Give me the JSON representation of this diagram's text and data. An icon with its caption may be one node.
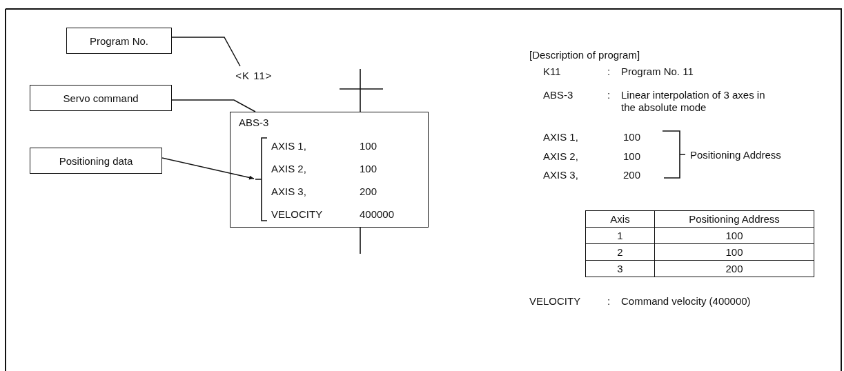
{
  "diagram": {
    "nodes": [
      {
        "text": [
          "Program No."
        ]
      },
      {
        "text": [
          "<K 11>"
        ]
      },
      {
        "text": [
          "Servo command"
        ]
      },
      {
        "text": [
          "ABS-3",
          "AXIS 1,",
          "100",
          "AXIS 2,",
          "100",
          "AXIS 3,",
          "200",
          "VELOCITY",
          "400000"
        ]
      },
      {
        "text": [
          "Positioning data"
        ]
      },
      {
        "text": [],
        "shape": "bracket",
        "in": 3
      }
    ],
    "edges": [
      {
        "from": 0,
        "to": 1,
        "arrow": "none"
      },
      {
        "from": 2,
        "to": 3,
        "arrow": "none"
      },
      {
        "from": 4,
        "to": 5,
        "arrow": "to"
      }
    ],
    "labels": [
      "[Description of program]",
      "K11",
      ":",
      "Program No. 11",
      "ABS-3",
      ":",
      "Linear interpolation of 3 axes in the absolute mode",
      "AXIS 1,",
      "100",
      "AXIS 2,",
      "100",
      "AXIS 3,",
      "200",
      "Positioning Address",
      "Axis",
      "Positioning Address",
      "1",
      "100",
      "2",
      "100",
      "3",
      "200",
      "VELOCITY",
      ":",
      "Command velocity (400000)"
    ]
  }
}
